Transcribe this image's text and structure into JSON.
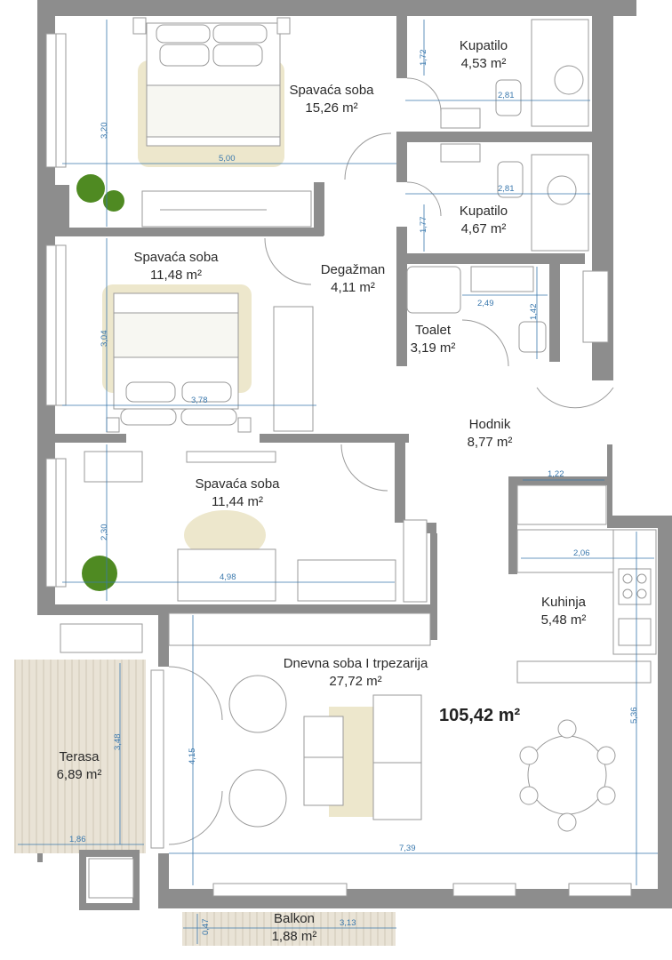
{
  "total_area": "105,42 m²",
  "colors": {
    "wall": "#8d8d8d",
    "dimension": "#3a78ad",
    "rug": "#ede7cc",
    "deck": "#e3ddd0",
    "plant": "#4f8a22"
  },
  "rooms": [
    {
      "id": "bedroom-1",
      "name": "Spavaća soba",
      "area": "15,26 m²"
    },
    {
      "id": "bathroom-1",
      "name": "Kupatilo",
      "area": "4,53 m²"
    },
    {
      "id": "bathroom-2",
      "name": "Kupatilo",
      "area": "4,67 m²"
    },
    {
      "id": "bedroom-2",
      "name": "Spavaća soba",
      "area": "11,48 m²"
    },
    {
      "id": "closet",
      "name": "Degažman",
      "area": "4,11 m²"
    },
    {
      "id": "toilet",
      "name": "Toalet",
      "area": "3,19 m²"
    },
    {
      "id": "hallway",
      "name": "Hodnik",
      "area": "8,77 m²"
    },
    {
      "id": "bedroom-3",
      "name": "Spavaća soba",
      "area": "11,44 m²"
    },
    {
      "id": "kitchen",
      "name": "Kuhinja",
      "area": "5,48 m²"
    },
    {
      "id": "living-dining",
      "name": "Dnevna soba I trpezarija",
      "area": "27,72 m²"
    },
    {
      "id": "terrace",
      "name": "Terasa",
      "area": "6,89 m²"
    },
    {
      "id": "balcony",
      "name": "Balkon",
      "area": "1,88 m²"
    }
  ],
  "dimensions": [
    {
      "id": "dim-bed1-h",
      "value": "3,20"
    },
    {
      "id": "dim-bed1-w",
      "value": "5,00"
    },
    {
      "id": "dim-bath1-h",
      "value": "1,72"
    },
    {
      "id": "dim-bath1-w",
      "value": "2,81"
    },
    {
      "id": "dim-bath2-w",
      "value": "2,81"
    },
    {
      "id": "dim-bath2-h",
      "value": "1,77"
    },
    {
      "id": "dim-toilet-w",
      "value": "2,49"
    },
    {
      "id": "dim-toilet-h",
      "value": "1,42"
    },
    {
      "id": "dim-bed2-h",
      "value": "3,04"
    },
    {
      "id": "dim-bed2-w",
      "value": "3,78"
    },
    {
      "id": "dim-hall-w",
      "value": "1,22"
    },
    {
      "id": "dim-bed3-h",
      "value": "2,30"
    },
    {
      "id": "dim-bed3-w",
      "value": "4,98"
    },
    {
      "id": "dim-kitchen-w",
      "value": "2,06"
    },
    {
      "id": "dim-kitchen-h",
      "value": "5,36"
    },
    {
      "id": "dim-terrace-h",
      "value": "3,48"
    },
    {
      "id": "dim-terrace-w",
      "value": "1,86"
    },
    {
      "id": "dim-living-h",
      "value": "4,15"
    },
    {
      "id": "dim-living-w",
      "value": "7,39"
    },
    {
      "id": "dim-balcony-h",
      "value": "0,47"
    },
    {
      "id": "dim-balcony-w",
      "value": "3,13"
    }
  ]
}
